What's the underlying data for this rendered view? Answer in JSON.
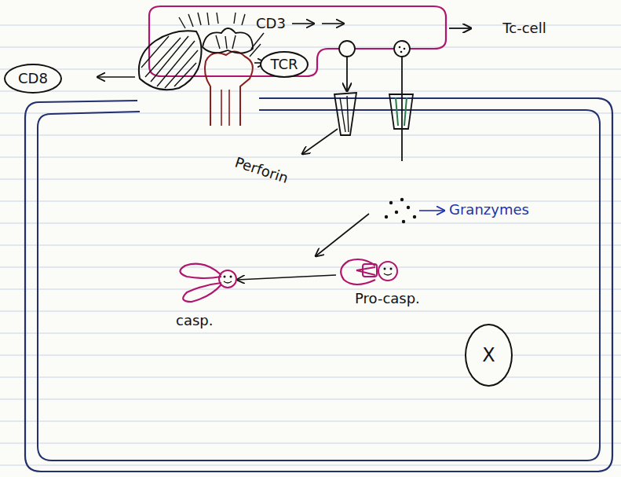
{
  "diagram": {
    "nodes": [
      {
        "text": [
          "Tc-cell"
        ]
      },
      {
        "text": [
          "CD8"
        ]
      },
      {
        "text": [
          "TCR"
        ]
      },
      {
        "text": [
          "X"
        ]
      }
    ],
    "labels": [
      "CD3",
      "Perforin",
      "Granzymes",
      "Pro-casp.",
      "casp."
    ]
  }
}
